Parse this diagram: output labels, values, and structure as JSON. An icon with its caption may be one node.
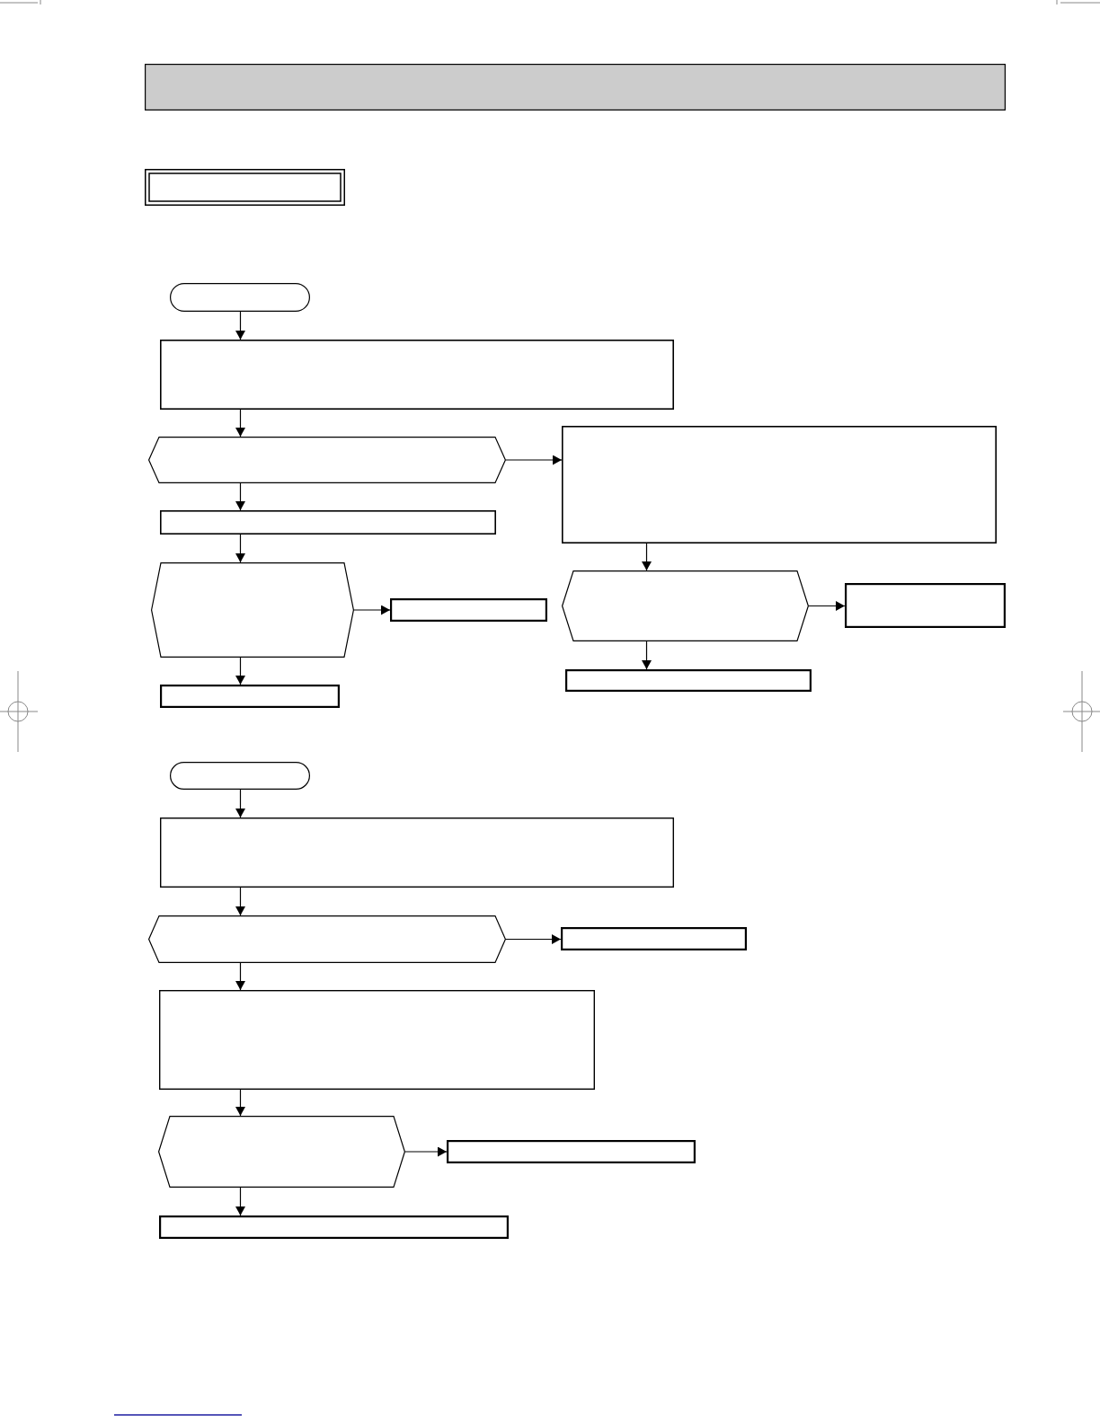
{
  "diagram": {
    "nodes": [
      {
        "text": [],
        "shape": "bar"
      },
      {
        "text": [],
        "shape": "box"
      },
      {
        "text": [],
        "shape": "pill"
      },
      {
        "text": [],
        "shape": "box"
      },
      {
        "text": [],
        "shape": "hexagon"
      },
      {
        "text": [],
        "shape": "box"
      },
      {
        "text": [],
        "shape": "box"
      },
      {
        "text": [],
        "shape": "hexagon"
      },
      {
        "text": [],
        "shape": "box"
      },
      {
        "text": [],
        "shape": "hexagon"
      },
      {
        "text": [],
        "shape": "box"
      },
      {
        "text": [],
        "shape": "box"
      },
      {
        "text": [],
        "shape": "box"
      },
      {
        "text": [],
        "shape": "pill"
      },
      {
        "text": [],
        "shape": "box"
      },
      {
        "text": [],
        "shape": "hexagon"
      },
      {
        "text": [],
        "shape": "box"
      },
      {
        "text": [],
        "shape": "box"
      },
      {
        "text": [],
        "shape": "hexagon"
      },
      {
        "text": [],
        "shape": "box"
      },
      {
        "text": [],
        "shape": "box"
      }
    ],
    "edges": [
      {
        "from": 2,
        "to": 3,
        "arrow": "to"
      },
      {
        "from": 3,
        "to": 4,
        "arrow": "to"
      },
      {
        "from": 4,
        "to": 5,
        "arrow": "to"
      },
      {
        "from": 4,
        "to": 6,
        "arrow": "to"
      },
      {
        "from": 6,
        "to": 7,
        "arrow": "to"
      },
      {
        "from": 7,
        "to": 8,
        "arrow": "to"
      },
      {
        "from": 5,
        "to": 9,
        "arrow": "to"
      },
      {
        "from": 9,
        "to": 10,
        "arrow": "to"
      },
      {
        "from": 7,
        "to": 11,
        "arrow": "to"
      },
      {
        "from": 9,
        "to": 12,
        "arrow": "to"
      },
      {
        "from": 13,
        "to": 14,
        "arrow": "to"
      },
      {
        "from": 14,
        "to": 15,
        "arrow": "to"
      },
      {
        "from": 15,
        "to": 16,
        "arrow": "to"
      },
      {
        "from": 15,
        "to": 17,
        "arrow": "to"
      },
      {
        "from": 17,
        "to": 18,
        "arrow": "to"
      },
      {
        "from": 18,
        "to": 19,
        "arrow": "to"
      },
      {
        "from": 18,
        "to": 20,
        "arrow": "to"
      }
    ]
  }
}
